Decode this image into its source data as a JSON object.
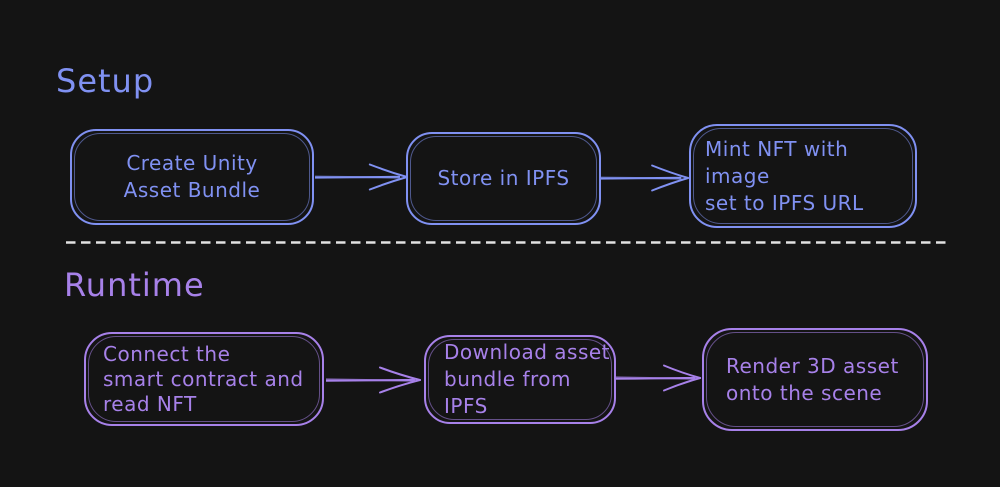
{
  "colors": {
    "background": "#141414",
    "setup_accent": "#8091f2",
    "runtime_accent": "#a781e9",
    "separator": "#e2e2e2"
  },
  "sections": [
    {
      "title": "Setup",
      "color": "#8091f2",
      "nodes": [
        {
          "lines": [
            "Create Unity",
            "Asset Bundle"
          ]
        },
        {
          "lines": [
            "Store in IPFS"
          ]
        },
        {
          "lines": [
            "Mint NFT with image",
            "set to IPFS URL"
          ]
        }
      ]
    },
    {
      "title": "Runtime",
      "color": "#a781e9",
      "nodes": [
        {
          "lines": [
            "Connect the",
            "smart contract and",
            "read NFT"
          ]
        },
        {
          "lines": [
            "Download asset",
            "bundle from IPFS"
          ]
        },
        {
          "lines": [
            "Render 3D asset",
            "onto the scene"
          ]
        }
      ]
    }
  ],
  "separator": {
    "style": "dashed",
    "color": "#e2e2e2"
  }
}
